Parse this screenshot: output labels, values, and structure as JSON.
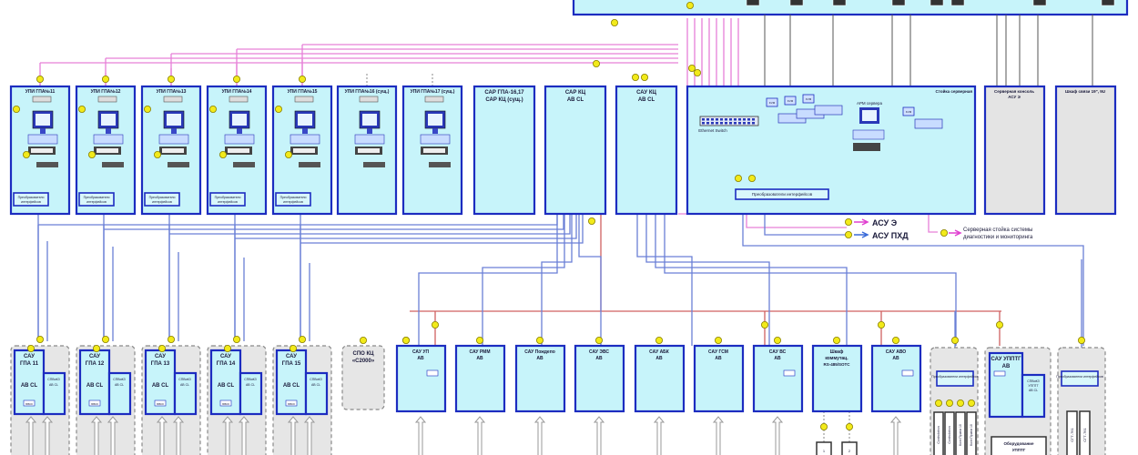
{
  "diagram": {
    "title_fragment": "",
    "operator_stations": [
      {
        "label": "УПИ ГПА№11",
        "converter": "Преобразователи интерфейсов",
        "keyboard_label": "БЛОК"
      },
      {
        "label": "УПИ ГПА№12",
        "converter": "Преобразователи интерфейсов",
        "keyboard_label": "БЛОК"
      },
      {
        "label": "УПИ ГПА№13",
        "converter": "Преобразователи интерфейсов",
        "keyboard_label": "БЛОК"
      },
      {
        "label": "УПИ ГПА№14",
        "converter": "Преобразователи интерфейсов",
        "keyboard_label": "БЛОК"
      },
      {
        "label": "УПИ ГПА№15",
        "converter": "Преобразователи интерфейсов",
        "keyboard_label": "БЛОК"
      },
      {
        "label": "УПИ ГПА№16 (сущ.)",
        "keyboard_label": "БЛОК"
      },
      {
        "label": "УПИ ГПА№17 (сущ.)",
        "keyboard_label": "БЛОК"
      }
    ],
    "control_cabinets": [
      {
        "line1": "САР ГПА-16,17",
        "line2": "САР КЦ (сущ.)"
      },
      {
        "line1": "САР КЦ",
        "line2": "АВ CL"
      },
      {
        "line1": "САУ КЦ",
        "line2": "АВ CL"
      }
    ],
    "server_rack": {
      "label": "Стойка серверная",
      "switch_label": "Ethernet Switch",
      "kvm_labels": [
        "KVM",
        "KVM",
        "KVM",
        "KVM"
      ],
      "arm_label": "АРМ сервера",
      "converter": "Преобразователи интерфейсов"
    },
    "side_cabinets": [
      {
        "line1": "Серверная консоль",
        "line2": "АСУ Э"
      },
      {
        "line1": "Шкаф связи 19\", 9U",
        "line2": ""
      }
    ],
    "external_links": [
      {
        "label": "АСУ Э",
        "color": "#e040d0"
      },
      {
        "label": "АСУ ПХД",
        "color": "#3a6ad8"
      },
      {
        "label": "Серверная стойка системы диагностики и мониторинга",
        "line1": "Серверная стойка системы",
        "line2": "диагностики и мониторинга",
        "color": "#e040d0"
      }
    ],
    "gpa_units": [
      {
        "main1": "САУ",
        "main2": "ГПА 11",
        "main3": "АВ CL",
        "aux1": "СПВиКЗ",
        "aux2": "АВ CL",
        "module": "БВКЗ"
      },
      {
        "main1": "САУ",
        "main2": "ГПА 12",
        "main3": "АВ CL",
        "aux1": "СПВиКЗ",
        "aux2": "АВ CL",
        "module": "БВКЗ"
      },
      {
        "main1": "САУ",
        "main2": "ГПА 13",
        "main3": "АВ CL",
        "aux1": "СПВиКЗ",
        "aux2": "АВ CL",
        "module": "БВКЗ"
      },
      {
        "main1": "САУ",
        "main2": "ГПА 14",
        "main3": "АВ CL",
        "aux1": "СПВиКЗ",
        "aux2": "АВ CL",
        "module": "БВКЗ"
      },
      {
        "main1": "САУ",
        "main2": "ГПА 15",
        "main3": "АВ CL",
        "aux1": "СПВиКЗ",
        "aux2": "АВ CL",
        "module": "БВКЗ"
      }
    ],
    "spo": {
      "line1": "СПО КЦ",
      "line2": "«С2000»"
    },
    "aux_cabinets": [
      {
        "line1": "САУ УП",
        "line2": "АВ",
        "module": "БВКЗ"
      },
      {
        "line1": "САУ РММ",
        "line2": "АВ"
      },
      {
        "line1": "САУ Пождепо",
        "line2": "АВ"
      },
      {
        "line1": "САУ ЭВС",
        "line2": "АВ"
      },
      {
        "line1": "САУ АБК",
        "line2": "АВ"
      },
      {
        "line1": "САУ ГСМ",
        "line2": "АВ"
      },
      {
        "line1": "САУ ВС",
        "line2": "АВ",
        "module": "БВКЗ"
      },
      {
        "line1": "Шкаф",
        "line2": "коммутац.",
        "line3": "RS-485/SOTC"
      },
      {
        "line1": "САУ АВО",
        "line2": "АВ",
        "module": "БВКЗ"
      }
    ],
    "converter_zone": {
      "converter": "Преобразователи интерфейсов",
      "devices": [
        "Controlotron",
        "Controlotron",
        "Конт.Прием 10",
        "Конт.Прием 10"
      ]
    },
    "upptg": {
      "line1": "САУ УППТГ",
      "line2": "АВ",
      "module": "БВКЗ",
      "aux1": "СПВиКЗ",
      "aux2": "УППТГ",
      "aux3": "АВ CL",
      "equipment1": "Оборудование",
      "equipment2": "УППТГ"
    },
    "ctp_zone": {
      "converter": "Преобразователи интерфейсов",
      "devices": [
        "СГТ-761",
        "СГТ-761"
      ]
    },
    "switch_boxes": [
      "1",
      "2"
    ],
    "colors": {
      "cabinet_fill": "#c7f4fa",
      "cabinet_border": "#1c2cc0",
      "pink_line": "#e680d8",
      "blue_line": "#6a7fd6",
      "red_line": "#d06060",
      "node": "#f2ea1a"
    }
  }
}
